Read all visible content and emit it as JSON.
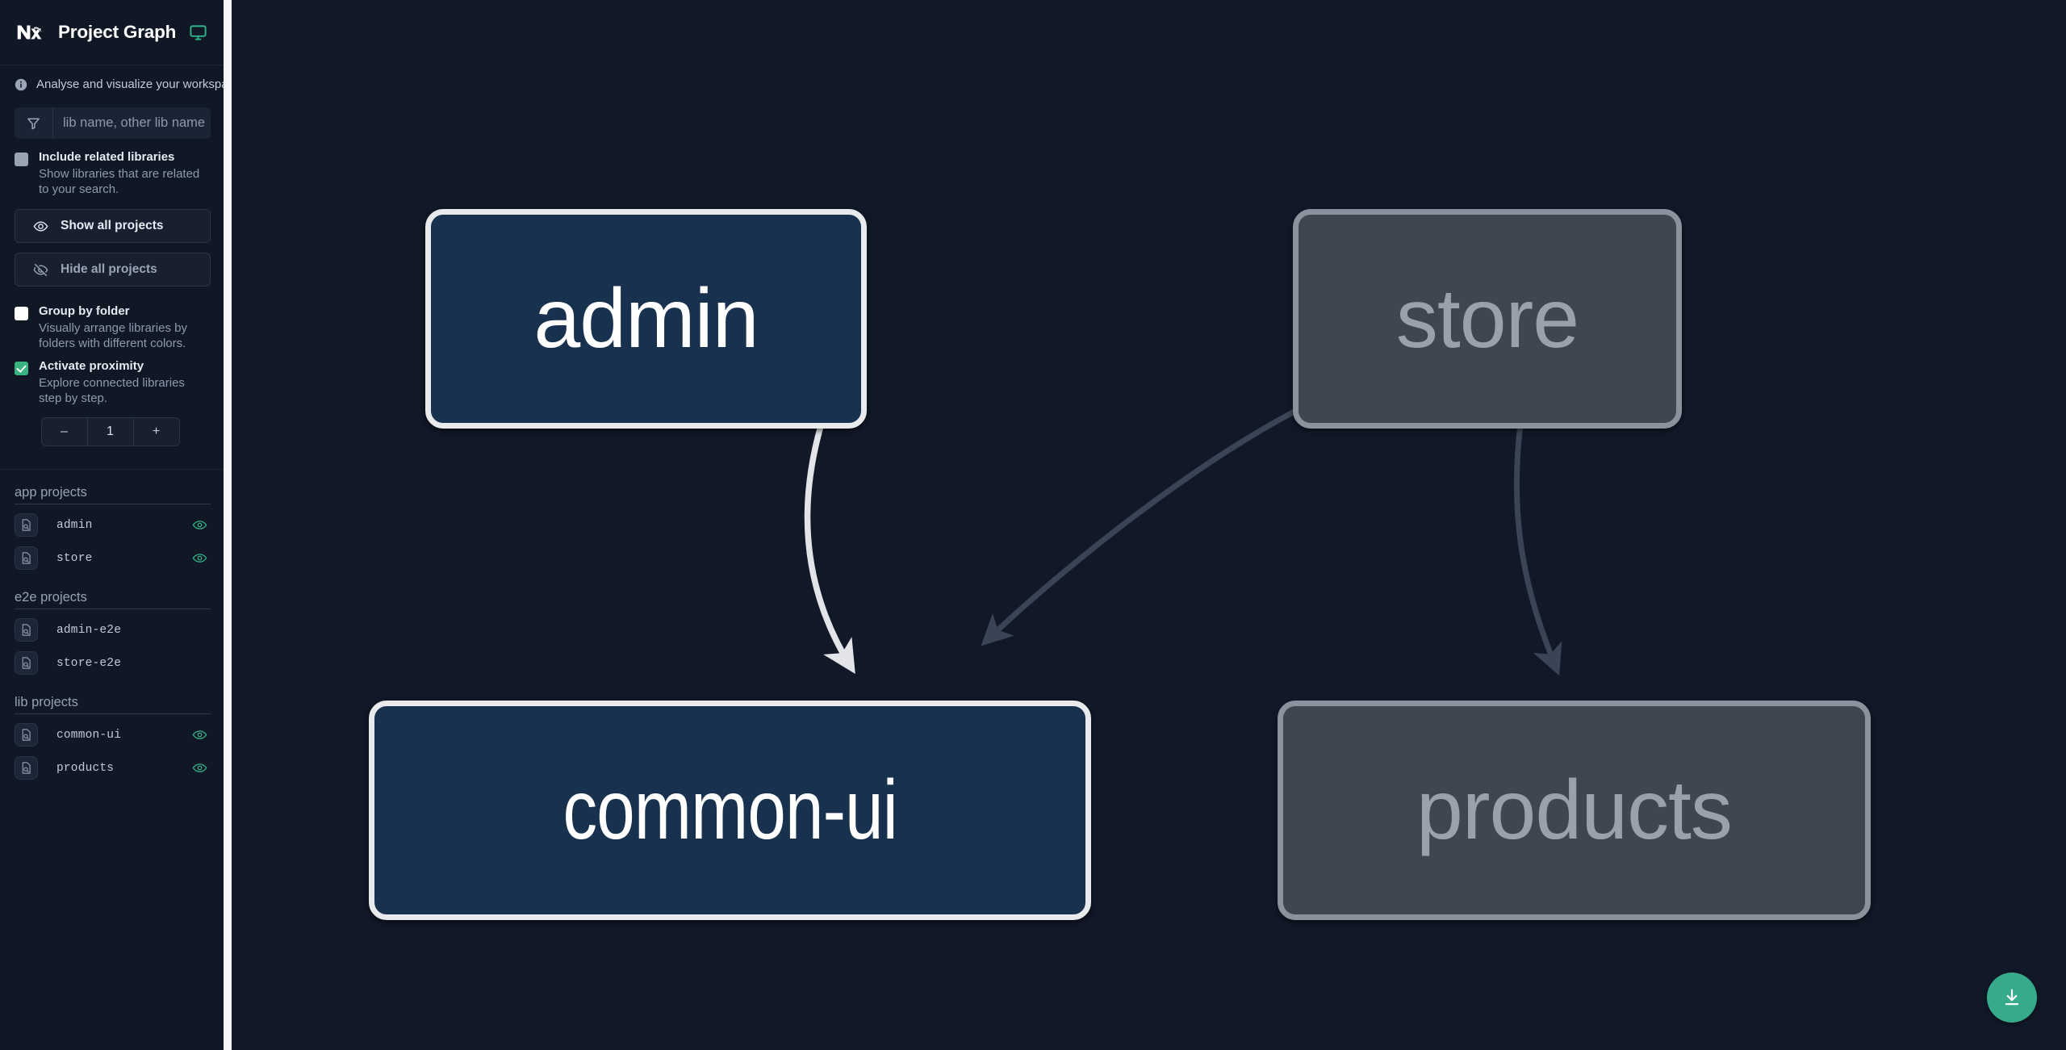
{
  "app": {
    "title": "Project Graph",
    "logo_name": "nx-logo",
    "display_icon": "monitor-icon",
    "tagline": "Analyse and visualize your workspace.",
    "info_icon": "info-icon"
  },
  "search": {
    "placeholder": "lib name, other lib name",
    "value": "",
    "icon": "filter-icon"
  },
  "options": {
    "include_related": {
      "label": "Include related libraries",
      "description": "Show libraries that are related to your search.",
      "checked": false,
      "state": "grey"
    },
    "group_by_folder": {
      "label": "Group by folder",
      "description": "Visually arrange libraries by folders with different colors.",
      "checked": false,
      "state": "white"
    },
    "activate_proximity": {
      "label": "Activate proximity",
      "description": "Explore connected libraries step by step.",
      "checked": true,
      "state": "green"
    }
  },
  "buttons": {
    "show_all": {
      "label": "Show all projects",
      "icon": "eye-icon"
    },
    "hide_all": {
      "label": "Hide all projects",
      "icon": "eye-off-icon"
    }
  },
  "stepper": {
    "decrement": "–",
    "value": "1",
    "increment": "+"
  },
  "project_groups": [
    {
      "title": "app projects",
      "items": [
        {
          "name": "admin",
          "visible": true,
          "icon": "project-file-icon",
          "eye_icon": "eye-visible-icon"
        },
        {
          "name": "store",
          "visible": true,
          "icon": "project-file-icon",
          "eye_icon": "eye-visible-icon"
        }
      ]
    },
    {
      "title": "e2e projects",
      "items": [
        {
          "name": "admin-e2e",
          "visible": false,
          "icon": "project-file-icon",
          "eye_icon": ""
        },
        {
          "name": "store-e2e",
          "visible": false,
          "icon": "project-file-icon",
          "eye_icon": ""
        }
      ]
    },
    {
      "title": "lib projects",
      "items": [
        {
          "name": "common-ui",
          "visible": true,
          "icon": "project-file-icon",
          "eye_icon": "eye-visible-icon"
        },
        {
          "name": "products",
          "visible": true,
          "icon": "project-file-icon",
          "eye_icon": "eye-visible-icon"
        }
      ]
    }
  ],
  "graph": {
    "nodes": [
      {
        "id": "admin",
        "label": "admin",
        "state": "focused"
      },
      {
        "id": "store",
        "label": "store",
        "state": "dim"
      },
      {
        "id": "common-ui",
        "label": "common-ui",
        "state": "focused"
      },
      {
        "id": "products",
        "label": "products",
        "state": "dim"
      }
    ],
    "edges": [
      {
        "from": "admin",
        "to": "common-ui",
        "state": "focused"
      },
      {
        "from": "store",
        "to": "common-ui",
        "state": "dim"
      },
      {
        "from": "store",
        "to": "products",
        "state": "dim"
      }
    ]
  },
  "fab": {
    "icon": "download-icon",
    "color": "#36ab8c"
  },
  "colors": {
    "accent_green": "#36ab8c",
    "node_focused_fill": "#17314f",
    "node_focused_border": "#e8eaec",
    "node_dim_fill": "#3f4652",
    "node_dim_border": "#8b929e",
    "canvas_bg": "#111827",
    "sidebar_bg": "#101725"
  }
}
